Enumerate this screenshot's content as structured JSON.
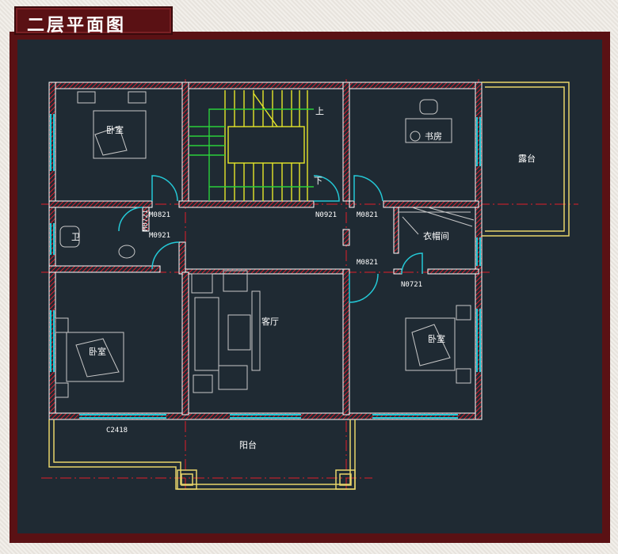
{
  "title": "二层平面图",
  "rooms": {
    "bedroom_nw": "卧室",
    "bedroom_sw": "卧室",
    "bedroom_se": "卧室",
    "study": "书房",
    "living": "客厅",
    "bathroom": "卫",
    "closet": "衣帽间",
    "balcony_east": "露台",
    "balcony_south": "阳台"
  },
  "stairs": {
    "up": "上",
    "down": "下"
  },
  "doors": {
    "d1": "M0821",
    "d2": "M0921",
    "d3": "M0721",
    "d4": "N0921",
    "d5": "M0821",
    "d6": "M0821",
    "d7": "N0721"
  },
  "windows": {
    "w1": "C2418"
  },
  "colors": {
    "background": "#1f2a33",
    "wall": "#ffffff",
    "hatch": "#d81e2c",
    "window": "#24c8d6",
    "stair": "#e6e62a",
    "stair_line": "#2ad03a",
    "axis": "#e01f2a",
    "balcony": "#e8d46a",
    "frame": "#5a1114"
  }
}
